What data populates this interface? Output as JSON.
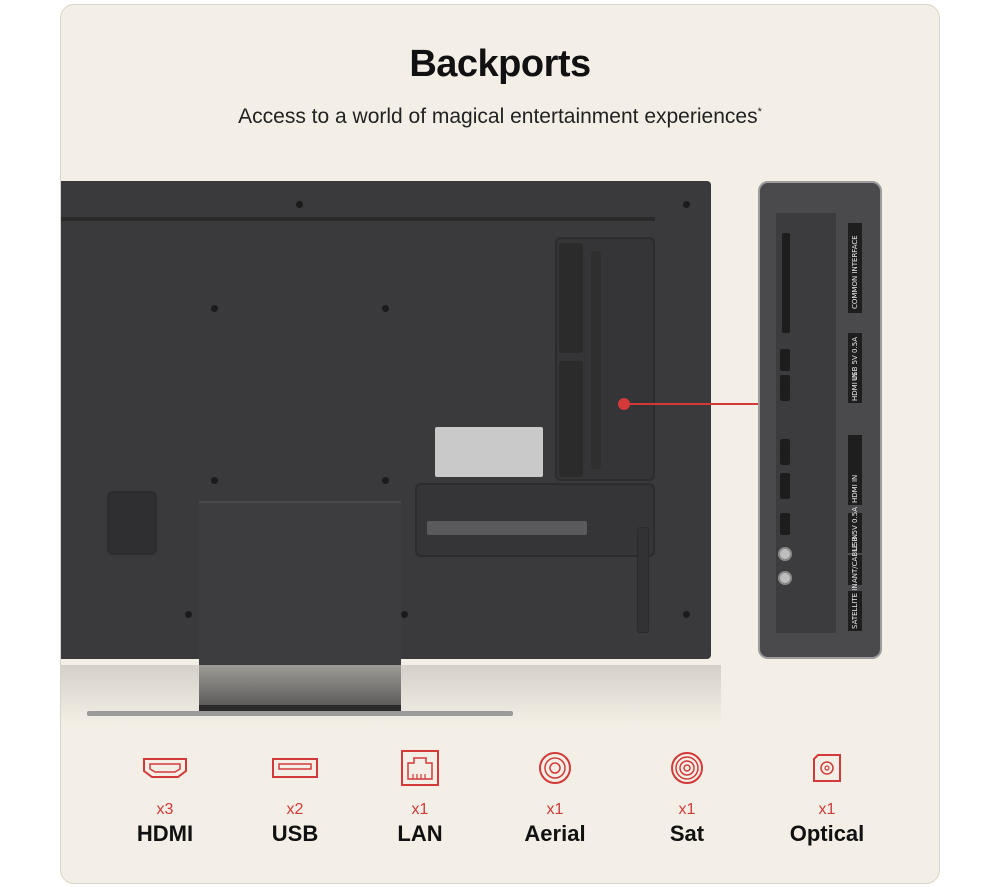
{
  "header": {
    "title": "Backports",
    "subtitle": "Access to a world of magical entertainment experiences",
    "subtitle_mark": "*"
  },
  "accent_color": "#d23a3a",
  "zoom_panel": {
    "labels": [
      "COMMON INTERFACE",
      "USB 5V 0.5A",
      "HDMI IN",
      "HDMI IN",
      "USB 5V 0.5A",
      "ANT/CABLE IN",
      "SATELLITE IN"
    ]
  },
  "ports": [
    {
      "icon": "hdmi-icon",
      "count": "x3",
      "name": "HDMI"
    },
    {
      "icon": "usb-icon",
      "count": "x2",
      "name": "USB"
    },
    {
      "icon": "lan-icon",
      "count": "x1",
      "name": "LAN"
    },
    {
      "icon": "aerial-icon",
      "count": "x1",
      "name": "Aerial"
    },
    {
      "icon": "sat-icon",
      "count": "x1",
      "name": "Sat"
    },
    {
      "icon": "optical-icon",
      "count": "x1",
      "name": "Optical"
    }
  ]
}
